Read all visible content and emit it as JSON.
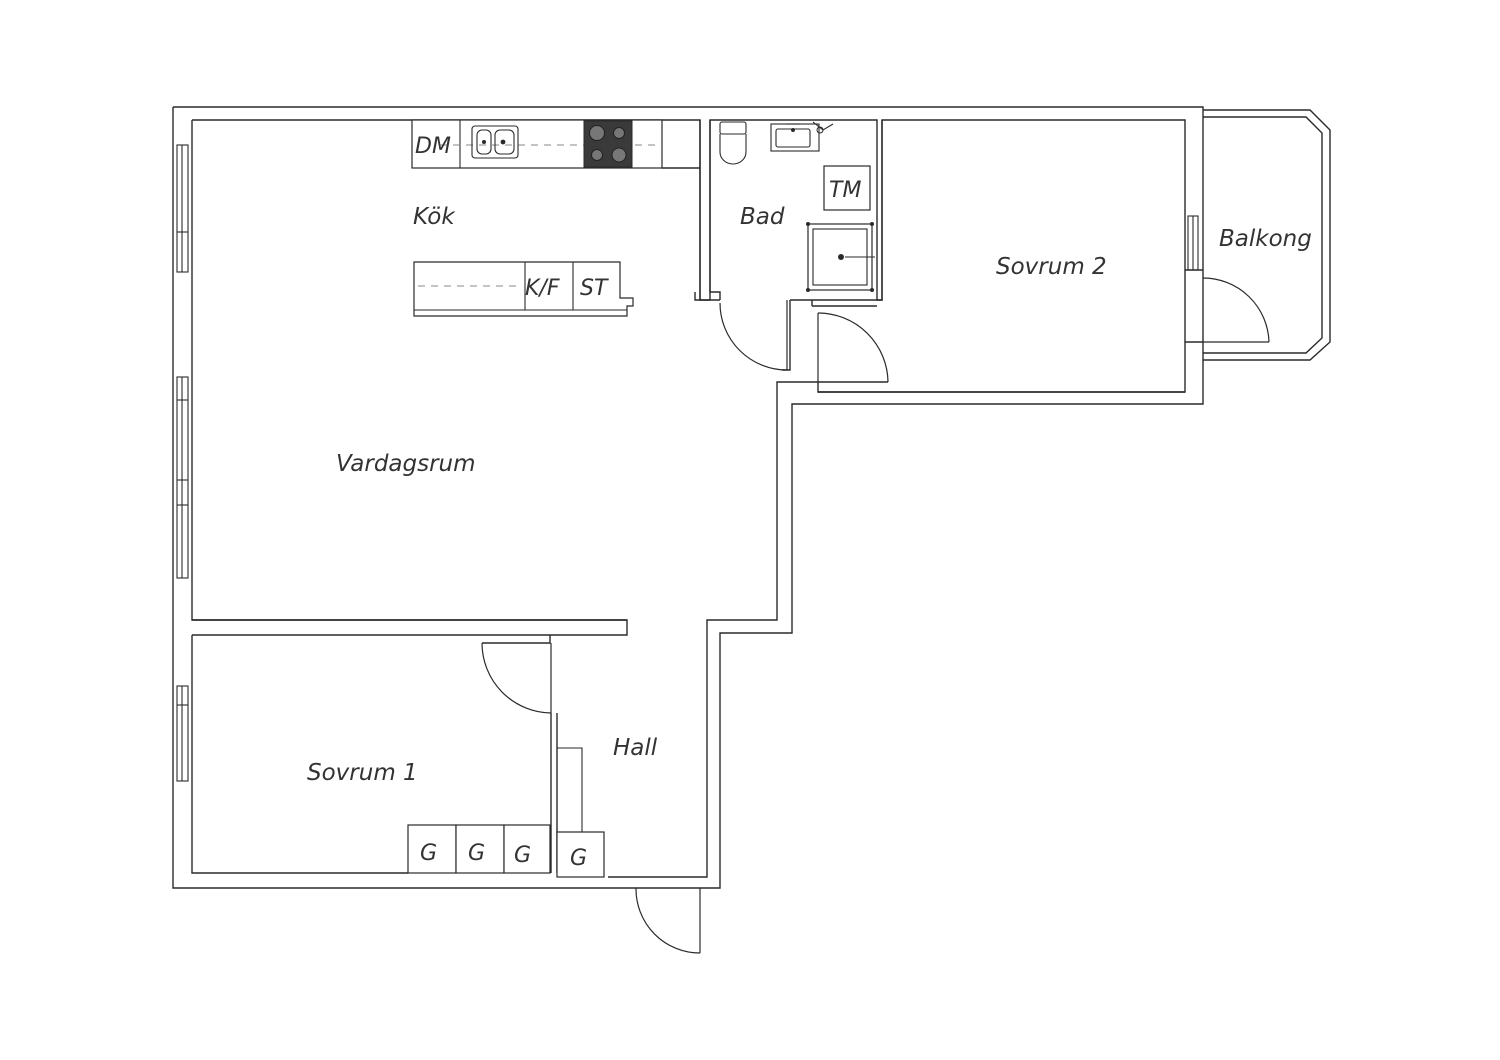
{
  "rooms": {
    "kok": "Kök",
    "vardagsrum": "Vardagsrum",
    "bad": "Bad",
    "sovrum2": "Sovrum 2",
    "balkong": "Balkong",
    "hall": "Hall",
    "sovrum1": "Sovrum 1"
  },
  "fixtures": {
    "dm": "DM",
    "tm": "TM",
    "kf": "K/F",
    "st": "ST",
    "garderob": "G"
  },
  "colors": {
    "line": "#2a2a2a",
    "stove": "#3a3a3a",
    "background": "#ffffff"
  }
}
